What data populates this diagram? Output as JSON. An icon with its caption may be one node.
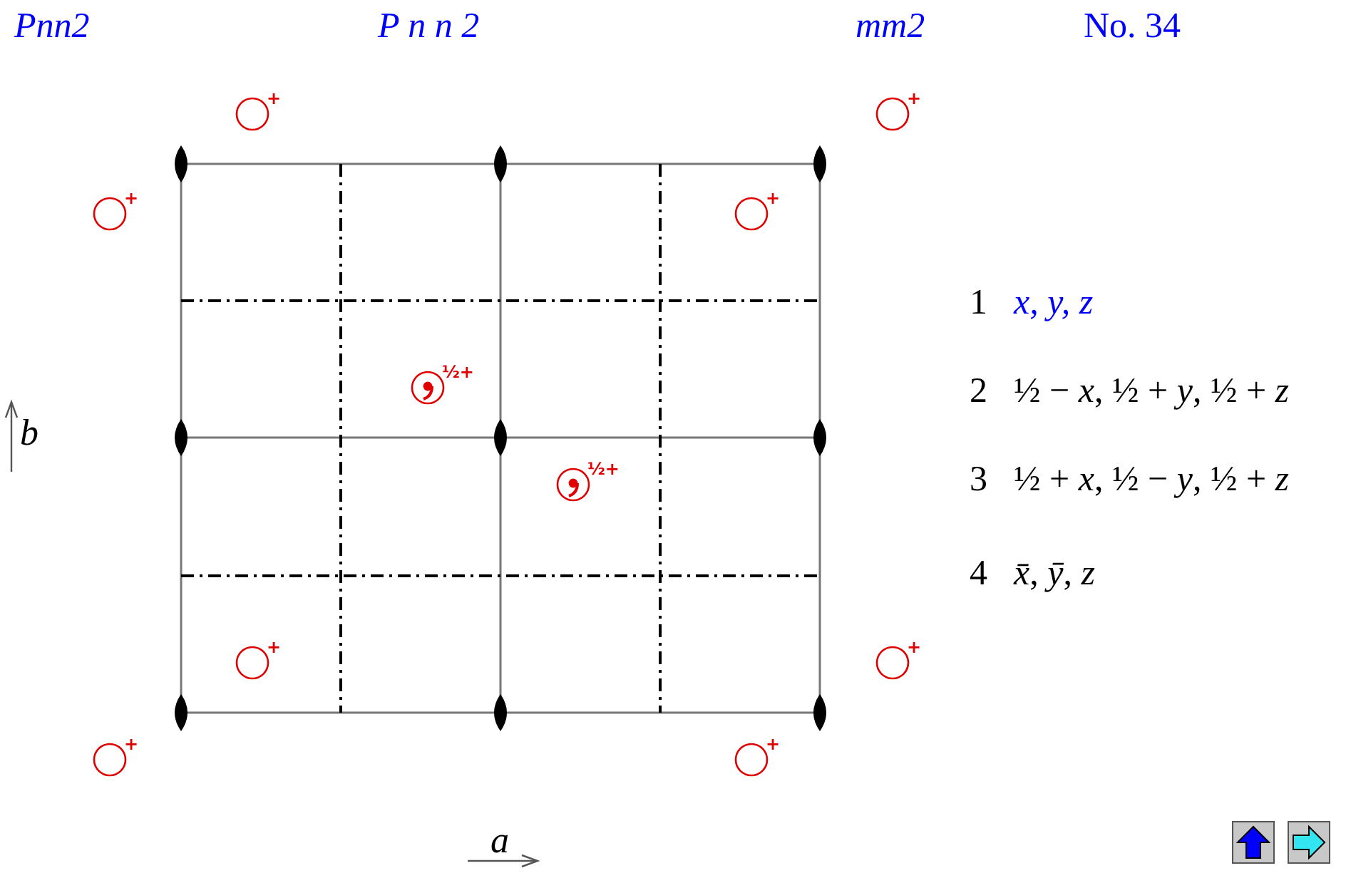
{
  "diagram": {
    "labels": [
      "Pnn2",
      "P n n 2",
      "mm2",
      "No. 34",
      "+",
      "+",
      "+",
      "+",
      "½+",
      "½+",
      "+",
      "+",
      "+",
      "+",
      "b",
      "a",
      "1",
      "*x*, *y*, *z*",
      "2",
      "½ − *x*, ½ + *y*, ½ + *z*",
      "3",
      "½ + *x*, ½ − *y*, ½ + *z*",
      "4",
      "*x̄*, *ȳ*, *z*"
    ]
  }
}
